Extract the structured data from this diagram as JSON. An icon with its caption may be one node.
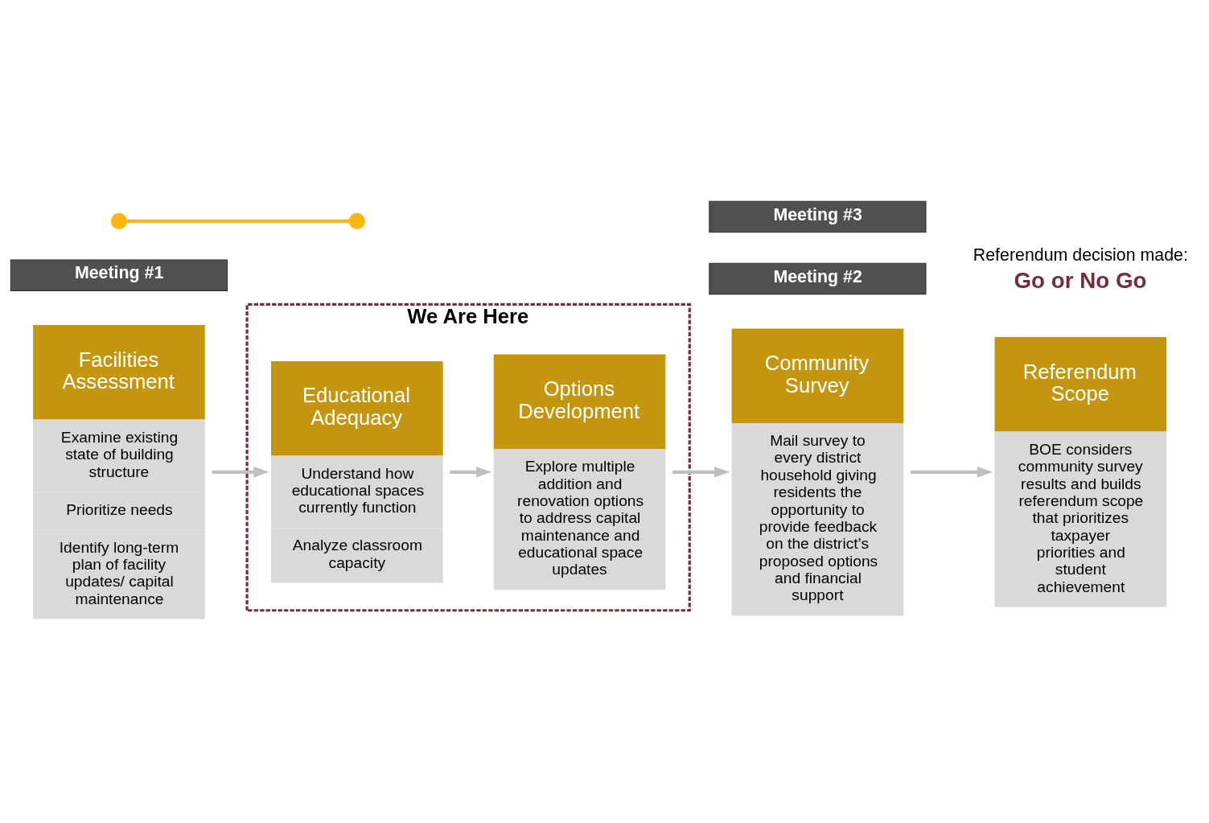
{
  "diagram": {
    "nodes": [
      {
        "text": [
          "We Are Here"
        ]
      },
      {
        "text": [
          "Facilities Assessment",
          "Examine existing state of building structure",
          "Prioritize needs",
          "Identify long-term plan of facility updates/ capital maintenance"
        ]
      },
      {
        "text": [
          "Educational Adequacy",
          "Understand how educational spaces currently function",
          "Analyze classroom capacity"
        ],
        "in": 0
      },
      {
        "text": [
          "Options Development",
          "Explore multiple addition and renovation options to address capital maintenance and educational space updates"
        ],
        "in": 0
      },
      {
        "text": [
          "Community Survey",
          "Mail survey to every district household giving residents the opportunity to provide feedback on the district’s proposed options and financial support"
        ]
      },
      {
        "text": [
          "Referendum Scope",
          "BOE considers community survey results and builds referendum scope that prioritizes taxpayer priorities and student achievement"
        ]
      },
      {
        "text": [
          "Meeting #1"
        ]
      },
      {
        "text": [
          "Meeting #2"
        ]
      },
      {
        "text": [
          "Meeting #3"
        ]
      },
      {
        "text": [],
        "shape": "circle"
      },
      {
        "text": [],
        "shape": "circle"
      }
    ],
    "edges": [
      {
        "from": 1,
        "to": 2,
        "arrow": "to"
      },
      {
        "from": 2,
        "to": 3,
        "arrow": "to"
      },
      {
        "from": 3,
        "to": 4,
        "arrow": "to"
      },
      {
        "from": 4,
        "to": 5,
        "arrow": "to"
      },
      {
        "from": 9,
        "to": 10,
        "arrow": "none",
        "color": "#ffb612"
      }
    ],
    "labels": [
      "Referendum decision made:",
      "Go or No Go"
    ]
  }
}
